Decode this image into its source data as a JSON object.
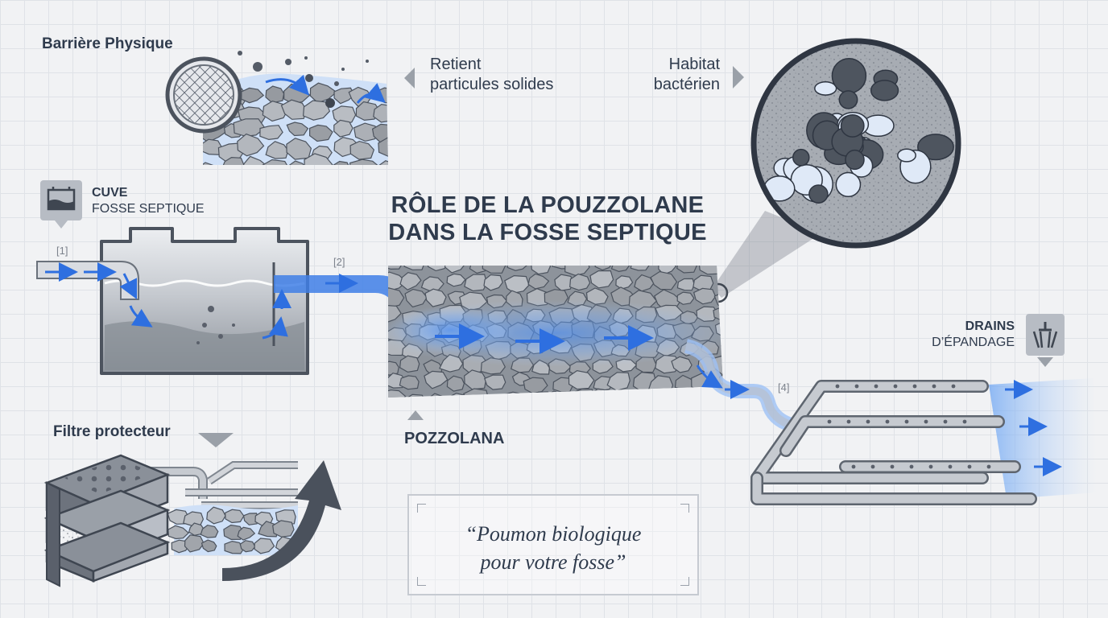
{
  "title": {
    "line1": "RÔLE DE LA POUZZOLANE",
    "line2": "DANS LA FOSSE SEPTIQUE"
  },
  "labels": {
    "barriere": "Barrière Physique",
    "retient_1": "Retient",
    "retient_2": "particules solides",
    "habitat_1": "Habitat",
    "habitat_2": "bactérien",
    "cuve_1": "CUVE",
    "cuve_2": "FOSSE SEPTIQUE",
    "filtre": "Filtre protecteur",
    "pozzolana": "POZZOLANA",
    "drains_1": "DRAINS",
    "drains_2": "D’ÉPANDAGE"
  },
  "steps": {
    "s1": "[1]",
    "s2": "[2]",
    "s4": "[4]"
  },
  "quote": {
    "line1": "“Poumon biologique",
    "line2": "pour votre fosse”"
  },
  "icons": [
    "tank-icon",
    "sprinkler-icon",
    "mesh-filter-icon",
    "magnifier-circle-icon"
  ],
  "colors": {
    "water": "#3d7be8",
    "stone": "#9aa0a8",
    "text": "#2f3b4d",
    "pipe": "#b9bec6"
  }
}
